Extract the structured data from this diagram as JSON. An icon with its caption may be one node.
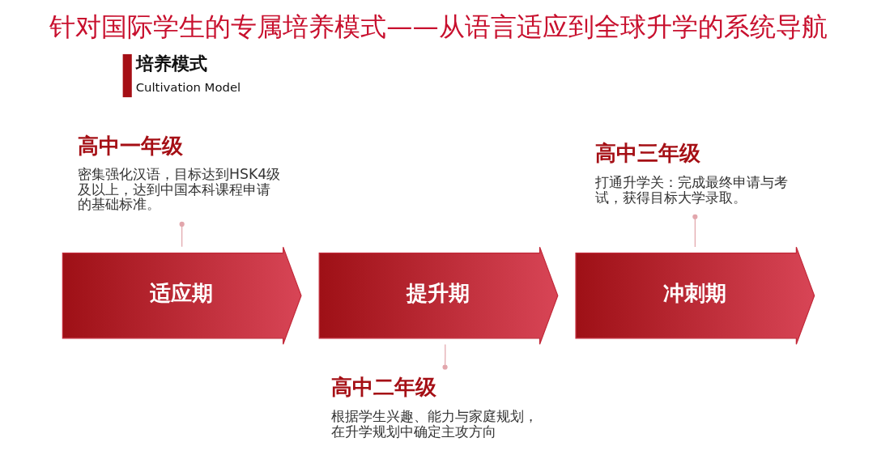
{
  "diagram": {
    "title": "针对国际学生的专属培养模式——从语言适应到全球升学的系统导航",
    "nodes": [
      {
        "text": [
          "高中一年级",
          "密集强化汉语，目标达到HSK4级及以上，达到中国本科课程申请的基础标准。"
        ]
      },
      {
        "text": [
          "高中三年级",
          "打通升学关：完成最终申请与考试，获得目标大学录取。"
        ]
      },
      {
        "text": [
          "适应期"
        ]
      },
      {
        "text": [
          "提升期"
        ]
      },
      {
        "text": [
          "冲刺期"
        ]
      },
      {
        "text": [
          "高中二年级",
          "根据学生兴趣、能力与家庭规划，在升学规划中确定主攻方向"
        ]
      }
    ],
    "edges": [
      {
        "from": 0,
        "to": 2,
        "arrow": "other"
      },
      {
        "from": 1,
        "to": 4,
        "arrow": "other"
      },
      {
        "from": 5,
        "to": 3,
        "arrow": "other"
      }
    ],
    "labels": [
      "培养模式",
      "Cultivation Model"
    ]
  }
}
